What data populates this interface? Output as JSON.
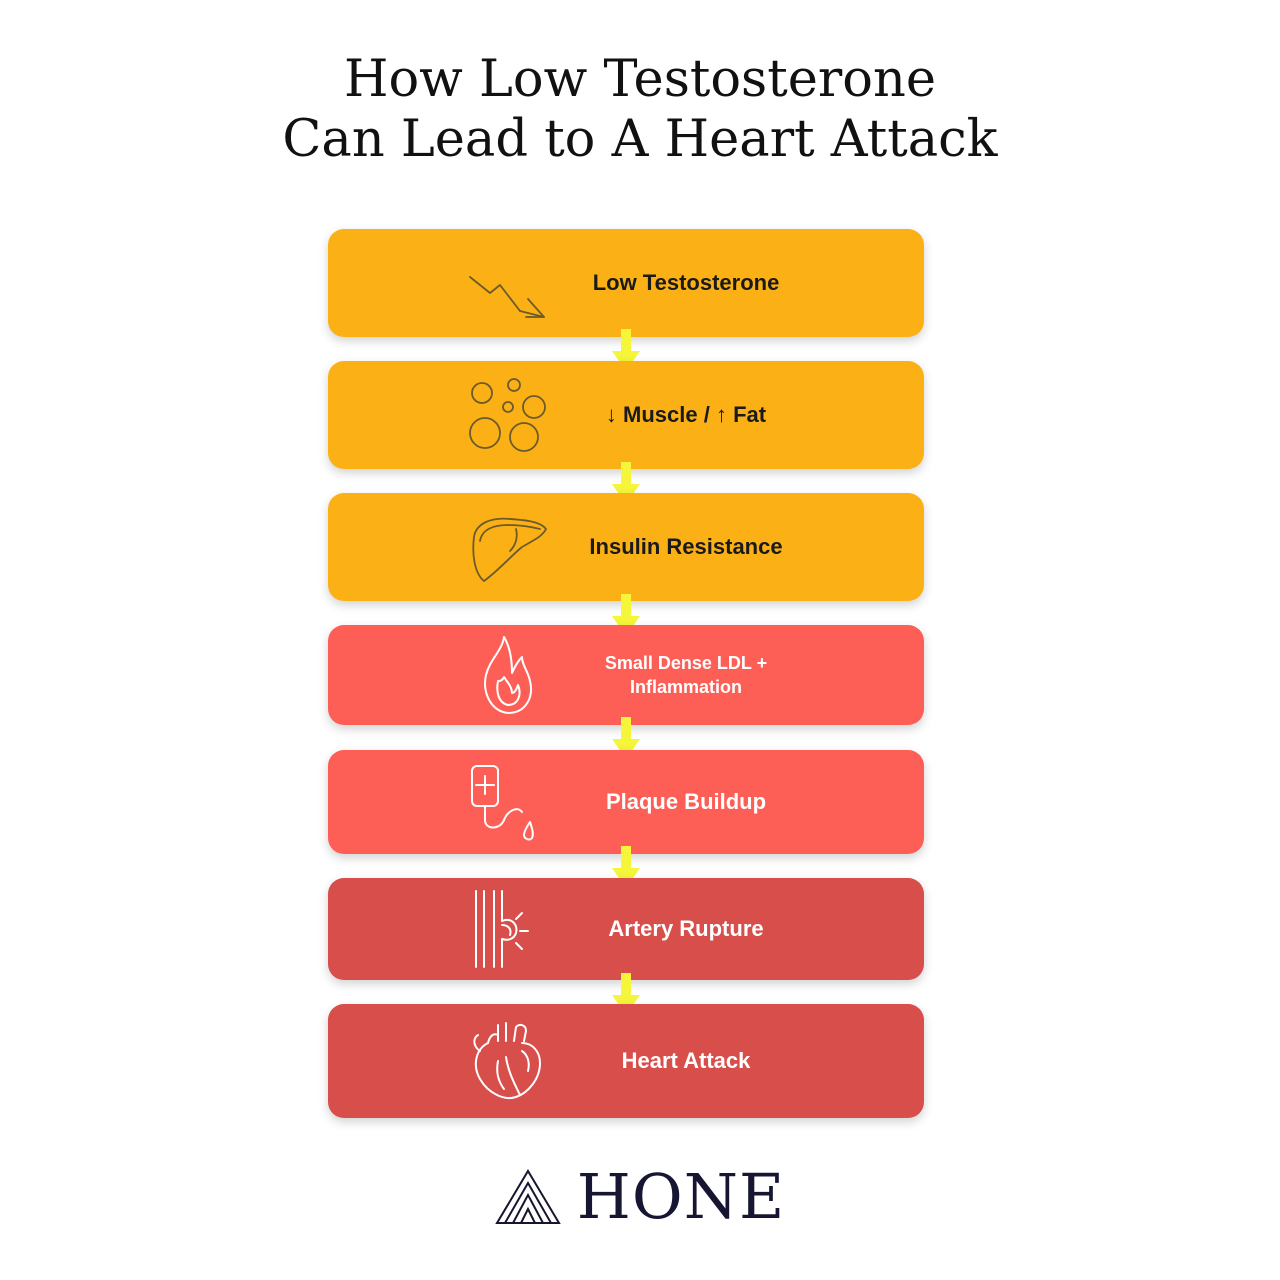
{
  "title": {
    "line1": "How Low Testosterone",
    "line2": "Can Lead to A Heart Attack"
  },
  "steps": [
    {
      "label": "Low Testosterone",
      "icon": "trend-down-arrow-icon",
      "color": "#fbb116"
    },
    {
      "label": "↓ Muscle / ↑ Fat",
      "icon": "fat-cells-icon",
      "color": "#fbb116"
    },
    {
      "label": "Insulin Resistance",
      "icon": "liver-icon",
      "color": "#fbb116"
    },
    {
      "label": "Small Dense LDL + Inflammation",
      "icon": "flame-icon",
      "color": "#fd5f57"
    },
    {
      "label": "Plaque Buildup",
      "icon": "blood-bag-icon",
      "color": "#fd5f57"
    },
    {
      "label": "Artery Rupture",
      "icon": "artery-rupture-icon",
      "color": "#d84e4b"
    },
    {
      "label": "Heart Attack",
      "icon": "anatomical-heart-icon",
      "color": "#d84e4b"
    }
  ],
  "connector_color": "#f5f53a",
  "brand": {
    "name": "HONE",
    "icon": "triangle-logo-icon",
    "color": "#161632"
  }
}
